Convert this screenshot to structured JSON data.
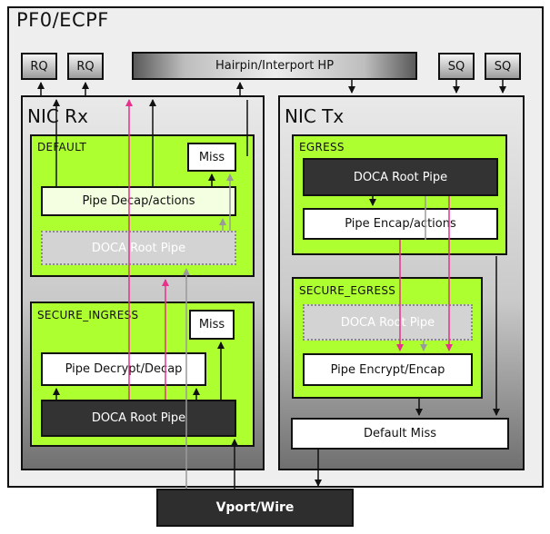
{
  "root_title": "PF0/ECPF",
  "top_boxes": {
    "rq1": "RQ",
    "rq2": "RQ",
    "hairpin": "Hairpin/Interport HP",
    "sq1": "SQ",
    "sq2": "SQ"
  },
  "nic_rx": {
    "title": "NIC Rx",
    "default": {
      "label": "DEFAULT",
      "miss": "Miss",
      "pipe": "Pipe Decap/actions",
      "root": "DOCA Root Pipe"
    },
    "secure_ingress": {
      "label": "SECURE_INGRESS",
      "miss": "Miss",
      "pipe": "Pipe Decrypt/Decap",
      "root": "DOCA Root Pipe"
    }
  },
  "nic_tx": {
    "title": "NIC Tx",
    "egress": {
      "label": "EGRESS",
      "root": "DOCA Root Pipe",
      "pipe": "Pipe Encap/actions"
    },
    "secure_egress": {
      "label": "SECURE_EGRESS",
      "root": "DOCA Root Pipe",
      "pipe": "Pipe Encrypt/Encap"
    },
    "default_miss": "Default Miss"
  },
  "vport": "Vport/Wire",
  "colors": {
    "green": "#adff2f",
    "magenta": "#e8308c",
    "dark": "#333333",
    "flow_black": "#111111",
    "flow_gray": "#9a9a9a"
  }
}
